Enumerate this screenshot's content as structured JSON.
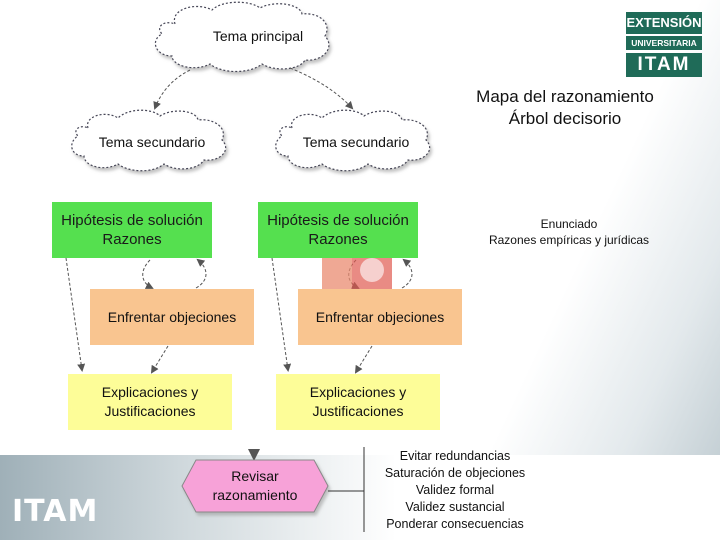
{
  "logo": {
    "line1": "EXTENSIÓN",
    "line2": "UNIVERSITARIA",
    "mark": "ITAM"
  },
  "bottom_logo": "ITAM",
  "title": {
    "line1": "Mapa del razonamiento",
    "line2": "Árbol decisorio"
  },
  "clouds": {
    "main": "Tema principal",
    "secondary_left": "Tema secundario",
    "secondary_right": "Tema secundario"
  },
  "left_branch": {
    "hypothesis_line1": "Hipótesis de solución",
    "hypothesis_line2": "Razones",
    "objections": "Enfrentar objeciones",
    "explanations_line1": "Explicaciones y",
    "explanations_line2": "Justificaciones"
  },
  "right_branch": {
    "hypothesis_line1": "Hipótesis de solución",
    "hypothesis_line2": "Razones",
    "objections": "Enfrentar objeciones",
    "explanations_line1": "Explicaciones y",
    "explanations_line2": "Justificaciones"
  },
  "side_note": {
    "line1": "Enunciado",
    "line2": "Razones empíricas y jurídicas"
  },
  "review": {
    "line1": "Revisar",
    "line2": "razonamiento"
  },
  "checklist": [
    "Evitar redundancias",
    "Saturación de objeciones",
    "Validez formal",
    "Validez sustancial",
    "Ponderar consecuencias"
  ],
  "colors": {
    "green": "#55e04f",
    "orange": "#f9c590",
    "yellow": "#fdfd98",
    "pink": "#f7a2d8",
    "logo_green": "#1f6b58"
  }
}
